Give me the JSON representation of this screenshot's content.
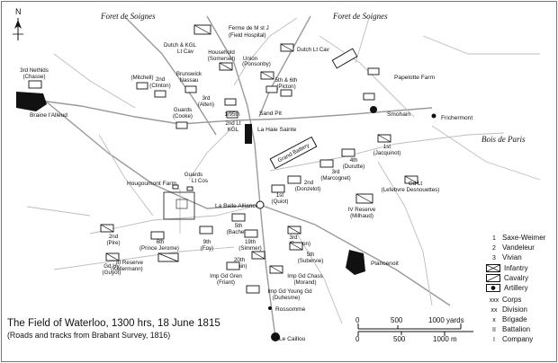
{
  "title": "The Field of Waterloo, 1300 hrs, 18 June 1815",
  "subtitle": "(Roads and tracks from Brabant Survey, 1816)",
  "compass": "N",
  "places": {
    "foret_w": "Foret de Soignes",
    "foret_e": "Foret de Soignes",
    "bois_paris": "Bois de Paris",
    "braine": "Braine l'Alleud",
    "hougoumont": "Hougoumont Farm",
    "papelotte": "Papelotte Farm",
    "smohain": "Smohain",
    "frichermont": "Frichermont",
    "sandpit": "Sand Pit",
    "haie_sainte": "La Haie Sainte",
    "belle_alliance": "La Belle Alliance",
    "plancenoit": "Plancenoit",
    "rossomme": "Rossomme",
    "caillou": "Le Caillou",
    "grand_battery": "Grand Battery",
    "ferme_l1": "Ferme de M st J",
    "ferme_l2": "(Field Hospital)"
  },
  "units": {
    "dutch_kgl_1": "Dutch & KGL",
    "dutch_kgl_2": "Lt Cav",
    "dutch_lt_cav": "Dutch Lt Cav",
    "household_1": "Household",
    "household_2": "(Somerset)",
    "union_1": "Union",
    "union_2": "(Ponsonby)",
    "picton_1": "5th & 6th",
    "picton_2": "(Picton)",
    "mitchell": "(Mitchell)",
    "clinton_1": "2nd",
    "clinton_2": "(Clinton)",
    "brunswick_1": "Brunswick",
    "brunswick_2": "Nassau",
    "alten_1": "3rd",
    "alten_2": "(Alten)",
    "guards_cooke_1": "Guards",
    "guards_cooke_2": "(Cooke)",
    "nethlds_1": "3rd Nethlds",
    "nethlds_2": "(Chasse)",
    "r95": "1/95th",
    "kgl2_1": "2nd Lt",
    "kgl2_2": "KGL",
    "lt_cav_1": "1st",
    "lt_cav_2": "(Jacquinot)",
    "durutte_1": "4th",
    "durutte_2": "(Durutte)",
    "marcognet_1": "3rd",
    "marcognet_2": "(Marcognet)",
    "donzelot_1": "2nd",
    "donzelot_2": "(Donzelot)",
    "quiot_1": "1st",
    "quiot_2": "(Quiot)",
    "gd_lt_1": "Gd Lt",
    "gd_lt_2": "(Lefebvre Desnouettes)",
    "ivres_1": "IV Reserve",
    "ivres_2": "(Milhaud)",
    "guards_cos": "Guards",
    "lt_cos": "Lt Cos",
    "bachelu_1": "5th",
    "bachelu_2": "(Bachelu)",
    "pire_1": "2nd",
    "pire_2": "(Pire)",
    "jerome_1": "6th",
    "jerome_2": "(Prince Jerome)",
    "foy_1": "9th",
    "foy_2": "(Foy)",
    "domon_1": "3rd",
    "domon_2": "(Domon)",
    "simmer_1": "19th",
    "simmer_2": "(Simmer)",
    "subervie_1": "5th",
    "subervie_2": "(Subervie)",
    "janin_1": "20th",
    "janin_2": "(Janin)",
    "kellermann_1": "III Reserve",
    "kellermann_2": "(Kellermann)",
    "guyot_1": "Gd Hy",
    "guyot_2": "(Guyot)",
    "friant_1": "Imp Gd Gren",
    "friant_2": "(Friant)",
    "morand_1": "Imp Gd Chass",
    "morand_2": "(Morand)",
    "duhesme_1": "Imp Gd Young Gd",
    "duhesme_2": "(Duhesme)"
  },
  "legend": {
    "n1": "1",
    "t1": "Saxe-Weimer",
    "n2": "2",
    "t2": "Vandeleur",
    "n3": "3",
    "t3": "Vivian",
    "infantry": "Infantry",
    "cavalry": "Cavalry",
    "artillery": "Artillery",
    "corps_k": "xxx",
    "corps": "Corps",
    "division_k": "xx",
    "division": "Division",
    "brigade_k": "x",
    "brigade": "Brigade",
    "battalion_k": "II",
    "battalion": "Battalion",
    "company_k": "I",
    "company": "Company"
  },
  "scale": {
    "yards": [
      "0",
      "500",
      "1000 yards"
    ],
    "meters": [
      "0",
      "500",
      "1000 m"
    ]
  }
}
